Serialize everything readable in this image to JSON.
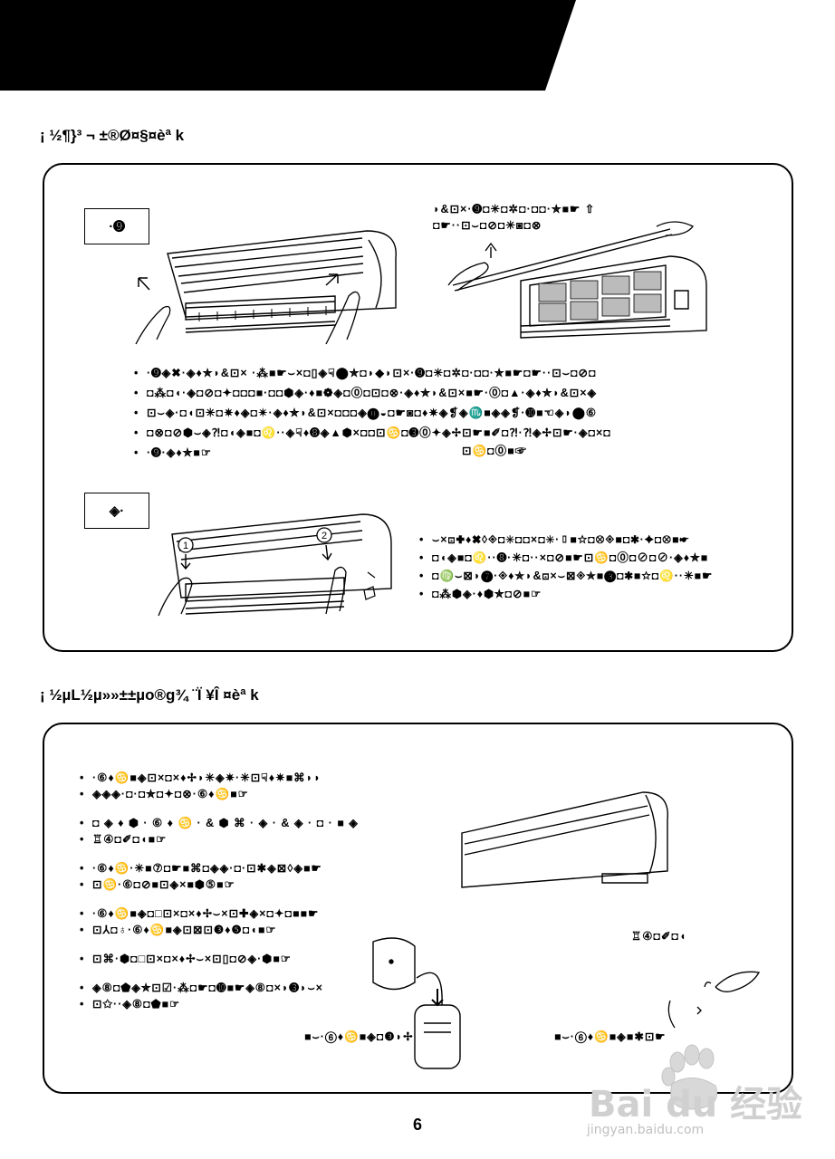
{
  "section1": {
    "heading": "¡ ½¶}³ ¬­ ±®Ø¤§¤èª k",
    "step1_label": "·➒",
    "step2_label": "◈·",
    "top_right_caption": [
      "◗&⊡×·➒◘✳◘✲◘·◘◘·✯■☛ ⇧",
      "◘☛··⊡⌣◘⊘◘✳◙◘⊗"
    ],
    "bullets_a": [
      "·➒◈✖·◈♦✯◗&⊡× ·⁂■☛⌣×◘▯◈☟⬤✯◘◗◆◗⊡×·➒◘✳◘✲◘·◘◘·✯■☛◘☛··⊡⌣◘⊘◘",
      "◘⁂◘◖·◈◘⊘◘✦◘◘◘■·◘◘⬢◈·♦■❁◈◘⓪◘⊡◘⊗·◈♦✯◗&⊡×■☛·⓪◘▲·◈♦✯◗&⊡×◈",
      "⊡⌣◈·◘◖⊡✳◘✷♦◈◘✴·◈♦✯◗&⊡×◘◘◘◈⓿◒◘☛◙◘♦✷◈❡◈♏■◈◈❡·➓■☜◈◗⬤⑥",
      "◘⊗◘⊘⬢⌣◈⁈◘◖◈■◘♌··◈☟♦➑◈▲⬢×◘◘⊡♋◘➌⓪✦◈✢⊡☛■✐◘⁈·⁈◈✢⊡☛·◈◘×◘",
      "·➒·◈♦✯■☞"
    ],
    "bullet_a_tail": "⊡♋◘⓪■☞",
    "bullets_b": [
      "⌣×⊡✚♦✖◊◈◘✳◘◘×◘✳·▯■✩◘⊗◈■◘✱·✦◘⊗■☛",
      "◘◖◈■◘♌··➑·✳◘··×◘⊘■☛⊡♋◘⓪◘⊘◘⊘·◈♦✯■",
      "◘♍⌣⊠◗➐·◈♦✯◗&⊡×⌣⊠◈✯■➌◘✱■✩◘♌··✳■☛",
      "◘⁂⬢◈·♦⬢✯◘⊘■☞"
    ]
  },
  "section2": {
    "heading": "¡ ½µL½µ»»±±µo®g¾ ¨Ï ¥Î ¤èª k",
    "bullets": [
      "·⑥♦♋■◈⊡×◘×♦✢◗✳◈✷·✳⊡☟♦✷■⌘◗◗",
      "◈◈◈·◘·◘✯◘✦◘⊗·⑥♦♋■☞",
      "◘ ◈ ♦ ⬢ · ⑥ ♦ ♋ · & ⬢ ⌘ · ◈ · & ◈ · ◘ · ■ ◈",
      "♖④◘✐◘◖■☞",
      "·⑥♦♋·✳■⑦◘☛■⌘◘◈◈·◘·⊡✱◈⊠◊◈■☛",
      "⊡♋·⑥◘⊘■⊡◈×■⬢⑤■☞",
      "·⑥♦♋■◈◘□⊡×◘×♦✢⌣×⊡✚◈×◘✦◘■■☛",
      "⊡⅄◘♁·⑥♦♋■◈⊡⊠⊡❸♦❺◘◖■☞",
      "⊡⌘·⬢◘□⊡×◘×♦✢⌣×⊡▯◘⊘◈·⬢■☞",
      "◈⑧◘⬟◈✯⊡☑·⁂◘☛◘➓■☛◈⑧◘×◗➌◗⌣×",
      "⊡✩··◈⑧◘⬟■☞"
    ],
    "caption_right": "♖④◘✐◘◖",
    "caption_bottom_left": "■⌣·⑥♦♋■◈◘❸◗✢",
    "caption_bottom_right": "■⌣·⑥♦♋■◈■✱⊡☛"
  },
  "page_number": "6",
  "watermark": {
    "brand": "Bai du 经验",
    "url": "jingyan.baidu.com"
  }
}
